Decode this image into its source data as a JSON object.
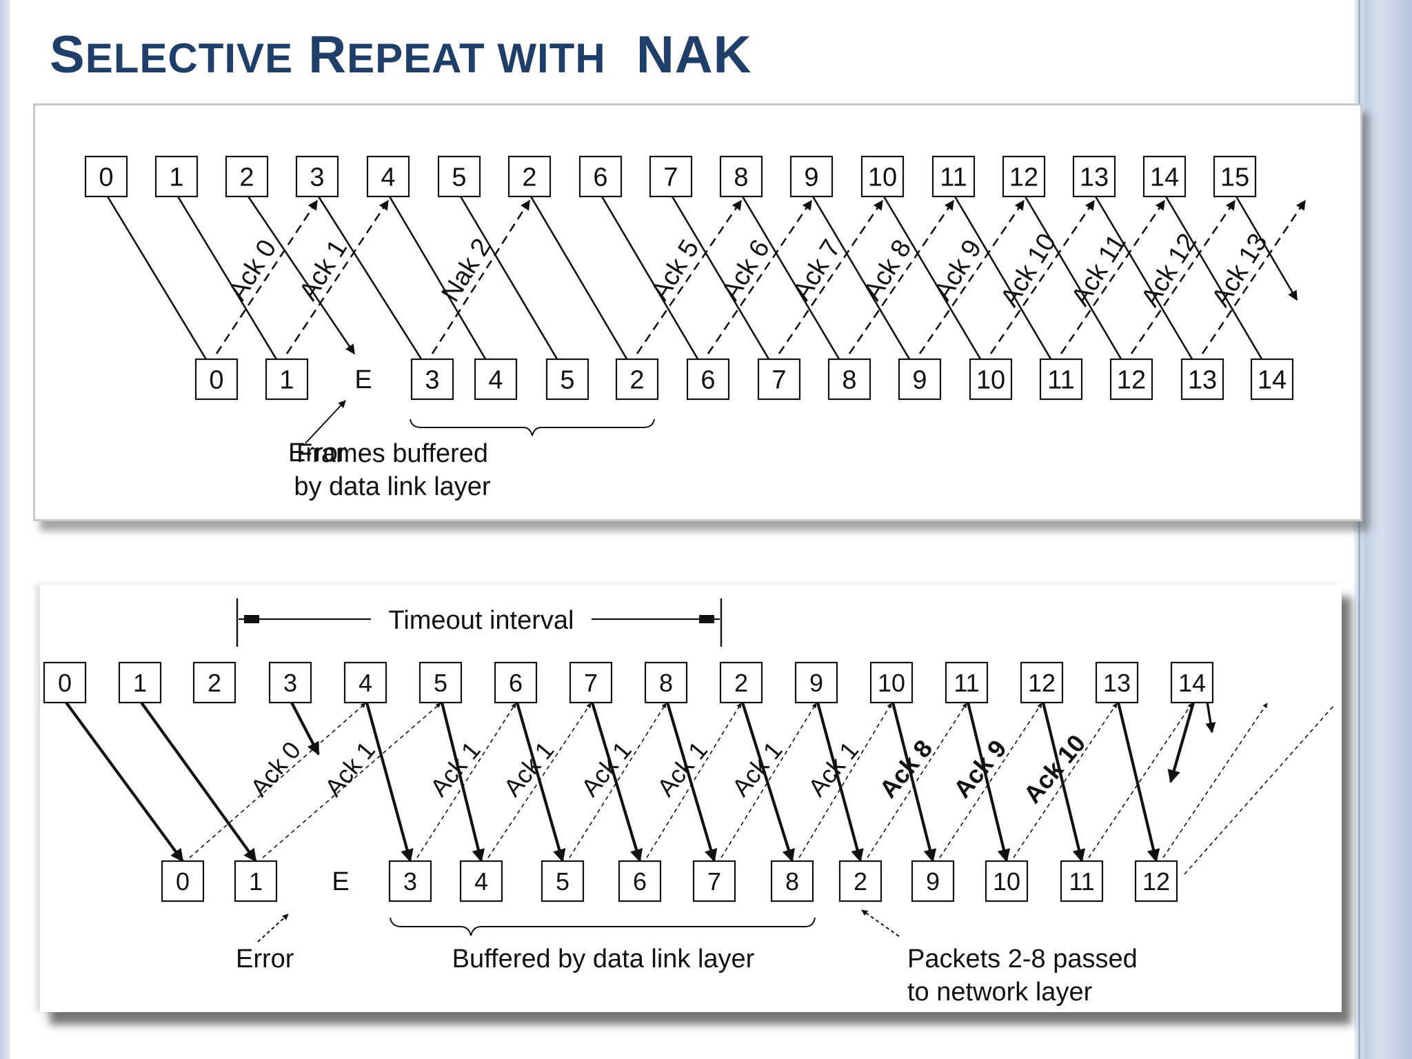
{
  "title": {
    "big1": "S",
    "small1": "ELECTIVE",
    "big2": "R",
    "small2": "EPEAT WITH",
    "big3": "NAK"
  },
  "diagram_top": {
    "sent": [
      "0",
      "1",
      "2",
      "3",
      "4",
      "5",
      "2",
      "6",
      "7",
      "8",
      "9",
      "10",
      "11",
      "12",
      "13",
      "14",
      "15"
    ],
    "received": [
      "0",
      "1",
      "E",
      "3",
      "4",
      "5",
      "2",
      "6",
      "7",
      "8",
      "9",
      "10",
      "11",
      "12",
      "13",
      "14"
    ],
    "acks": [
      "Ack 0",
      "Ack 1",
      "Nak 2",
      "Ack 5",
      "Ack 6",
      "Ack 7",
      "Ack 8",
      "Ack 9",
      "Ack 10",
      "Ack 11",
      "Ack 12",
      "Ack 13"
    ],
    "error_label": "Error",
    "buffer_label_line1": "Frames buffered",
    "buffer_label_line2": "by data link layer"
  },
  "diagram_bottom": {
    "timeout_label": "Timeout interval",
    "sent": [
      "0",
      "1",
      "2",
      "3",
      "4",
      "5",
      "6",
      "7",
      "8",
      "2",
      "9",
      "10",
      "11",
      "12",
      "13",
      "14"
    ],
    "received": [
      "0",
      "1",
      "E",
      "3",
      "4",
      "5",
      "6",
      "7",
      "8",
      "2",
      "9",
      "10",
      "11",
      "12"
    ],
    "acks": [
      "Ack 0",
      "Ack 1",
      "Ack 1",
      "Ack 1",
      "Ack 1",
      "Ack 1",
      "Ack 1",
      "Ack 1",
      "Ack 8",
      "Ack 9",
      "Ack 10"
    ],
    "error_label": "Error",
    "buffer_label": "Buffered by data link layer",
    "passed_label_line1": "Packets 2-8 passed",
    "passed_label_line2": "to network layer"
  }
}
